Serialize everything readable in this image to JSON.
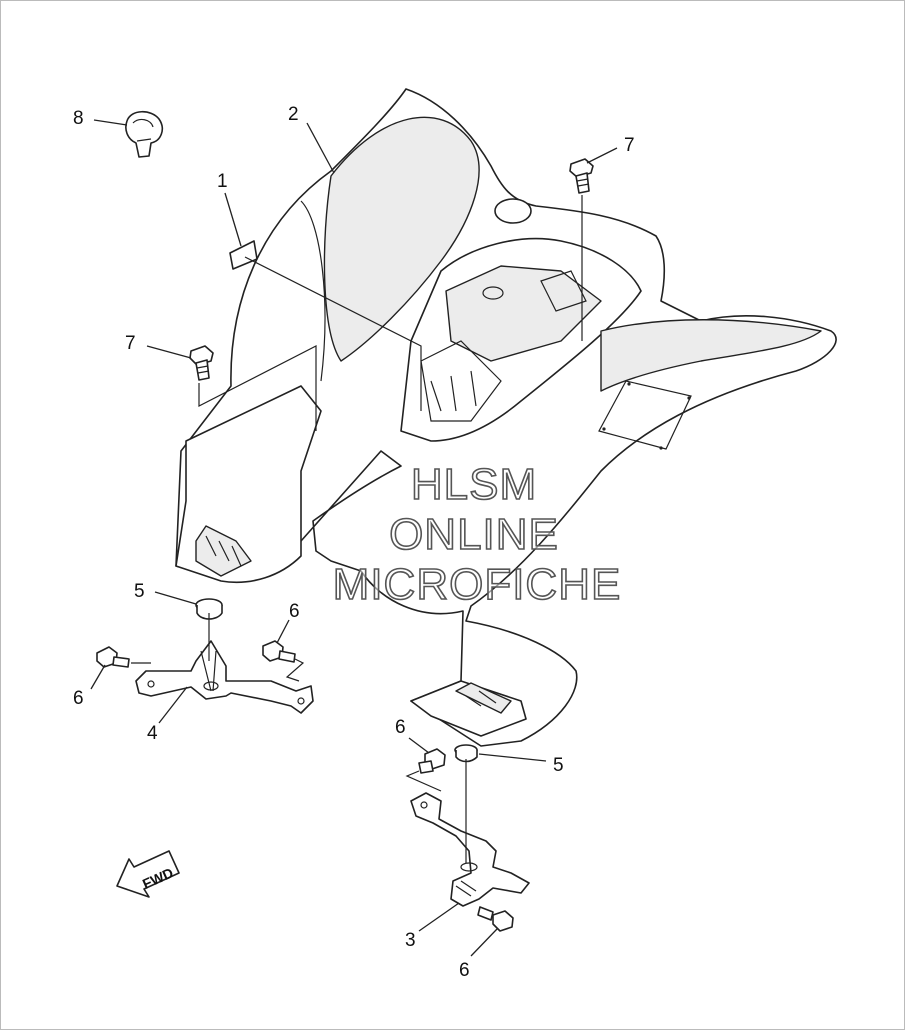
{
  "callouts": {
    "c1": "1",
    "c2": "2",
    "c3": "3",
    "c4": "4",
    "c5a": "5",
    "c5b": "5",
    "c6a": "6",
    "c6b": "6",
    "c6c": "6",
    "c6d": "6",
    "c7a": "7",
    "c7b": "7",
    "c8": "8"
  },
  "watermark": {
    "line1": "HLSM",
    "line2": "ONLINE",
    "line3": "MICROFICHE"
  },
  "fwd_label": "FWD"
}
